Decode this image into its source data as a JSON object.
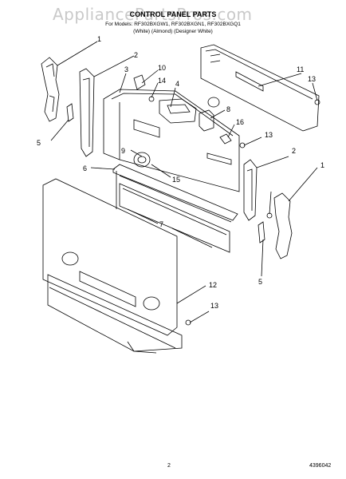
{
  "watermark": "AppliancePartsPros.com",
  "header": {
    "title": "CONTROL PANEL PARTS",
    "models": "For Models: RF302BXGW1, RF302BXGN1, RF302BXGQ1",
    "colors": "(White)   (Almond)   (Designer White)"
  },
  "footer": {
    "page": "2",
    "doc_number": "4396042"
  },
  "callouts": [
    "1",
    "2",
    "3",
    "4",
    "5",
    "6",
    "7",
    "8",
    "9",
    "10",
    "11",
    "12",
    "13",
    "13",
    "13",
    "14",
    "15",
    "16",
    "2",
    "1",
    "5"
  ],
  "colors": {
    "line": "#000000",
    "watermark": "#c9c9c9"
  }
}
